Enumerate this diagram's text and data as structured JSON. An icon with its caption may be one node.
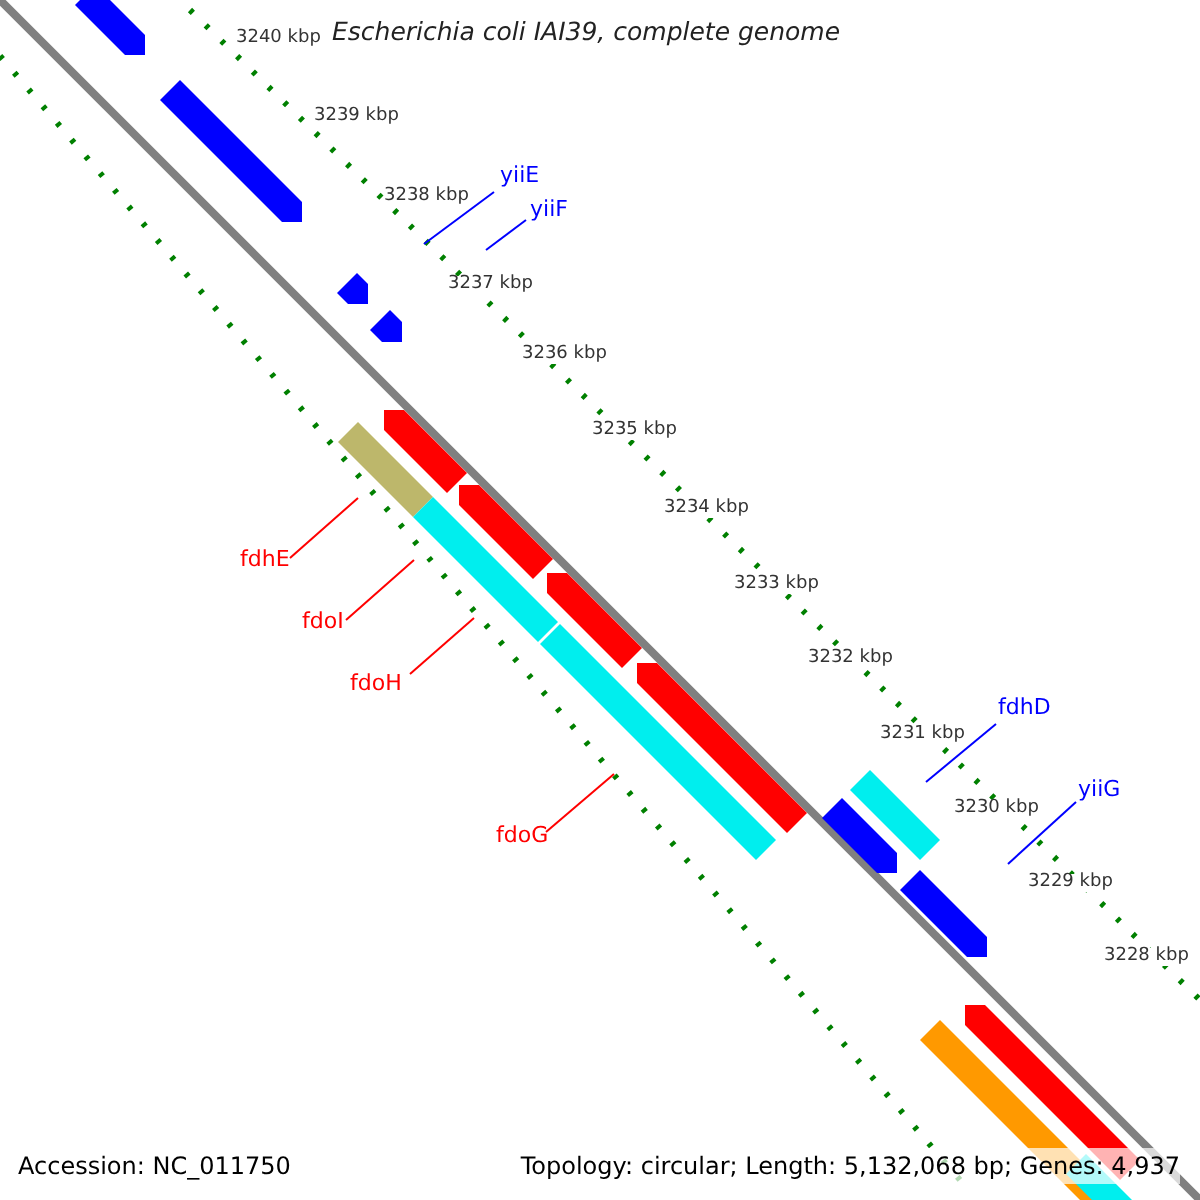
{
  "diagram": {
    "title": "Escherichia coli IAI39, complete genome",
    "nodes": [
      {
        "text": [
          "yiiE"
        ]
      },
      {
        "text": [
          "yiiF"
        ]
      },
      {
        "text": [
          "fdhE"
        ]
      },
      {
        "text": [
          "fdoI"
        ]
      },
      {
        "text": [
          "fdoH"
        ]
      },
      {
        "text": [
          "fdoG"
        ]
      },
      {
        "text": [
          "fdhD"
        ]
      },
      {
        "text": [
          "yiiG"
        ]
      }
    ],
    "edges": [
      {
        "from": 0,
        "to": null,
        "arrow": "none",
        "color": "#0000ff"
      },
      {
        "from": 1,
        "to": null,
        "arrow": "none",
        "color": "#0000ff"
      },
      {
        "from": 2,
        "to": null,
        "arrow": "none",
        "color": "#ff0000"
      },
      {
        "from": 3,
        "to": null,
        "arrow": "none",
        "color": "#ff0000"
      },
      {
        "from": 4,
        "to": null,
        "arrow": "none",
        "color": "#ff0000"
      },
      {
        "from": 5,
        "to": null,
        "arrow": "none",
        "color": "#ff0000"
      },
      {
        "from": 6,
        "to": null,
        "arrow": "none",
        "color": "#0000ff"
      },
      {
        "from": 7,
        "to": null,
        "arrow": "none",
        "color": "#0000ff"
      }
    ],
    "labels": [
      "3240 kbp",
      "3239 kbp",
      "3238 kbp",
      "3237 kbp",
      "3236 kbp",
      "3235 kbp",
      "3234 kbp",
      "3233 kbp",
      "3232 kbp",
      "3231 kbp",
      "3230 kbp",
      "3229 kbp",
      "3228 kbp",
      "Accession: NC_011750",
      "Topology: circular; Length: 5,132,068 bp; Genes: 4,937"
    ]
  }
}
